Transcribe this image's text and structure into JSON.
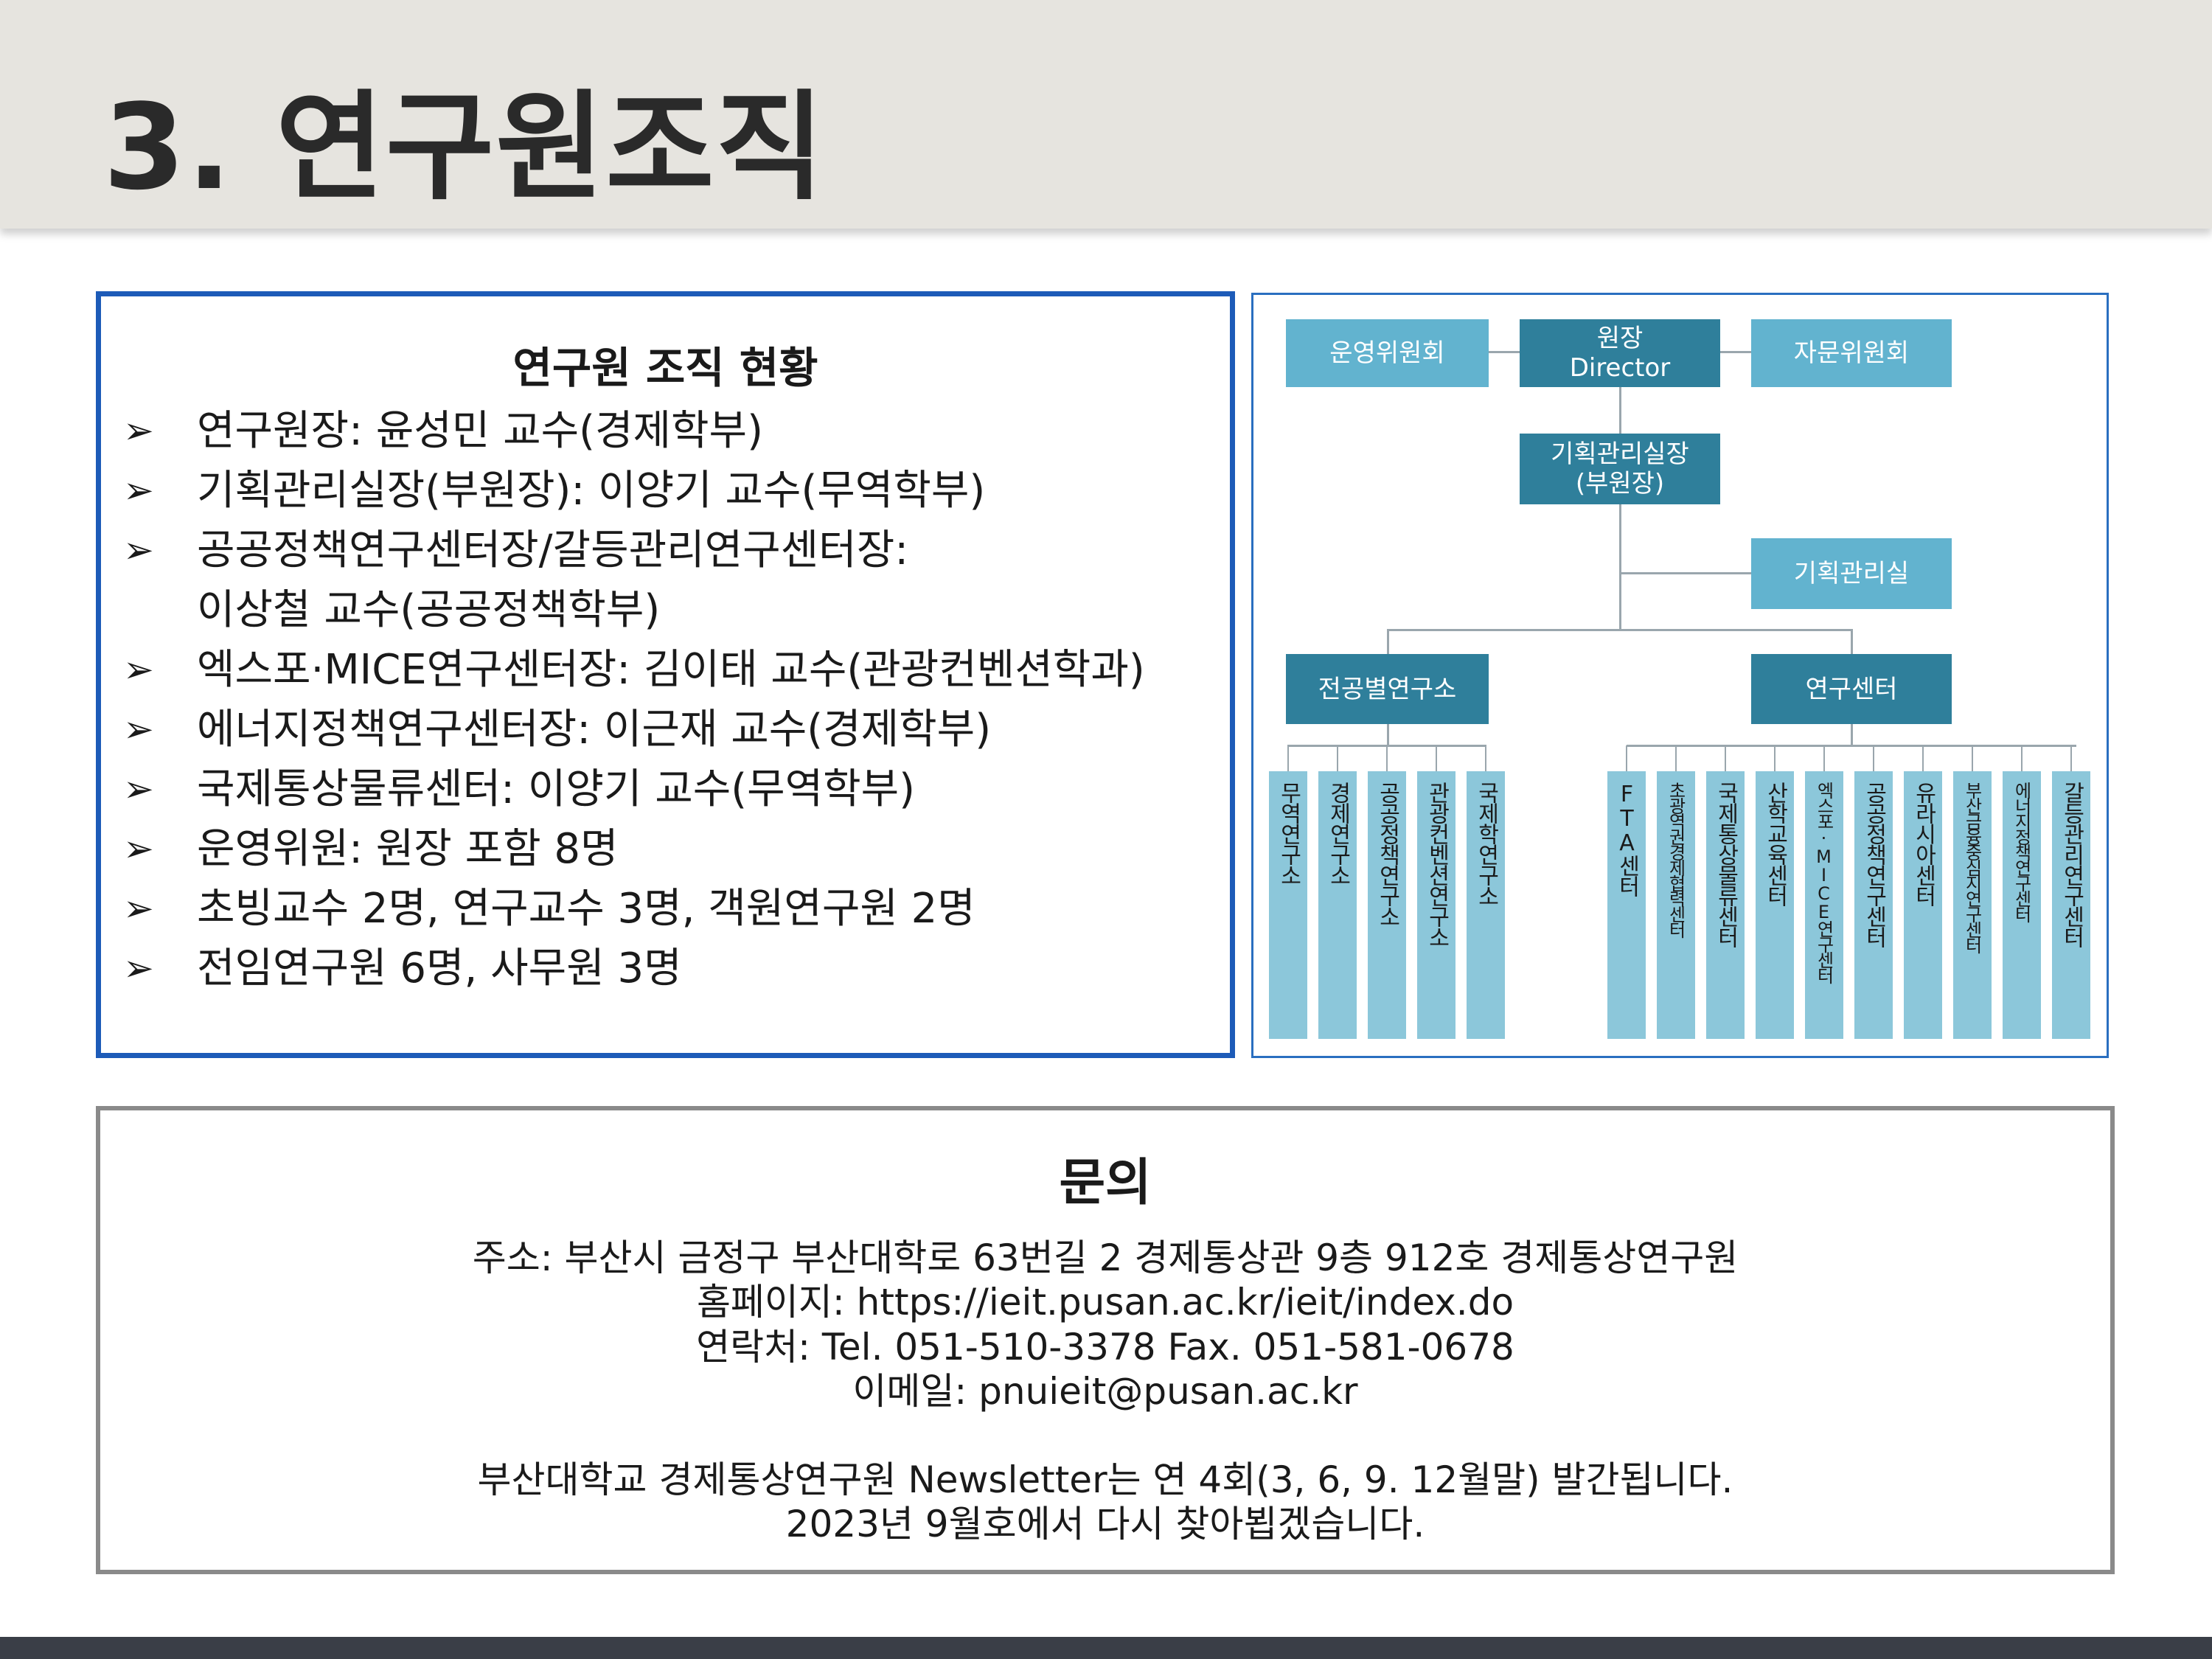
{
  "header": {
    "title": "3. 연구원조직"
  },
  "org_summary": {
    "title": "연구원 조직 현황",
    "bullet_icon": "arrow-bullet-icon",
    "bullet_glyph": "➢",
    "items": [
      "연구원장: 윤성민 교수(경제학부)",
      "기획관리실장(부원장): 이양기 교수(무역학부)",
      "공공정책연구센터장/갈등관리연구센터장:",
      "이상철 교수(공공정책학부)",
      "엑스포·MICE연구센터장: 김이태 교수(관광컨벤션학과)",
      "에너지정책연구센터장: 이근재 교수(경제학부)",
      "국제통상물류센터: 이양기 교수(무역학부)",
      "운영위원: 원장 포함 8명",
      "초빙교수 2명, 연구교수 3명, 객원연구원 2명",
      "전임연구원 6명, 사무원 3명"
    ]
  },
  "org_chart": {
    "steering": "운영위원회",
    "director_ko": "원장",
    "director_en": "Director",
    "advisory": "자문위원회",
    "planning_head_1": "기획관리실장",
    "planning_head_2": "(부원장)",
    "planning_office": "기획관리실",
    "institutes_group": "전공별연구소",
    "centers_group": "연구센터",
    "institutes": [
      "무역연구소",
      "경제연구소",
      "공공정책연구소",
      "관광컨벤션연구소",
      "국제학연구소"
    ],
    "centers": [
      "FTA센터",
      "초광역권경제협력센터",
      "국제통상물류센터",
      "산학교육센터",
      "엑스포·MICE연구센터",
      "공공정책연구센터",
      "유라시아센터",
      "부산금융중심지연구센터",
      "에너지정책연구센터",
      "갈등관리연구센터"
    ],
    "colors": {
      "light": "#62b3cf",
      "dark": "#2f7f9b",
      "column": "#8cc7da"
    }
  },
  "inquiry": {
    "title": "문의",
    "address": "주소: 부산시 금정구 부산대학로 63번길 2 경제통상관 9층 912호 경제통상연구원",
    "homepage": "홈페이지: https://ieit.pusan.ac.kr/ieit/index.do",
    "contact": "연락처: Tel. 051-510-3378   Fax. 051-581-0678",
    "email": "이메일: pnuieit@pusan.ac.kr",
    "notice_1": "부산대학교 경제통상연구원 Newsletter는 연 4회(3, 6, 9. 12월말) 발간됩니다.",
    "notice_2": "2023년 9월호에서 다시 찾아뵙겠습니다."
  }
}
